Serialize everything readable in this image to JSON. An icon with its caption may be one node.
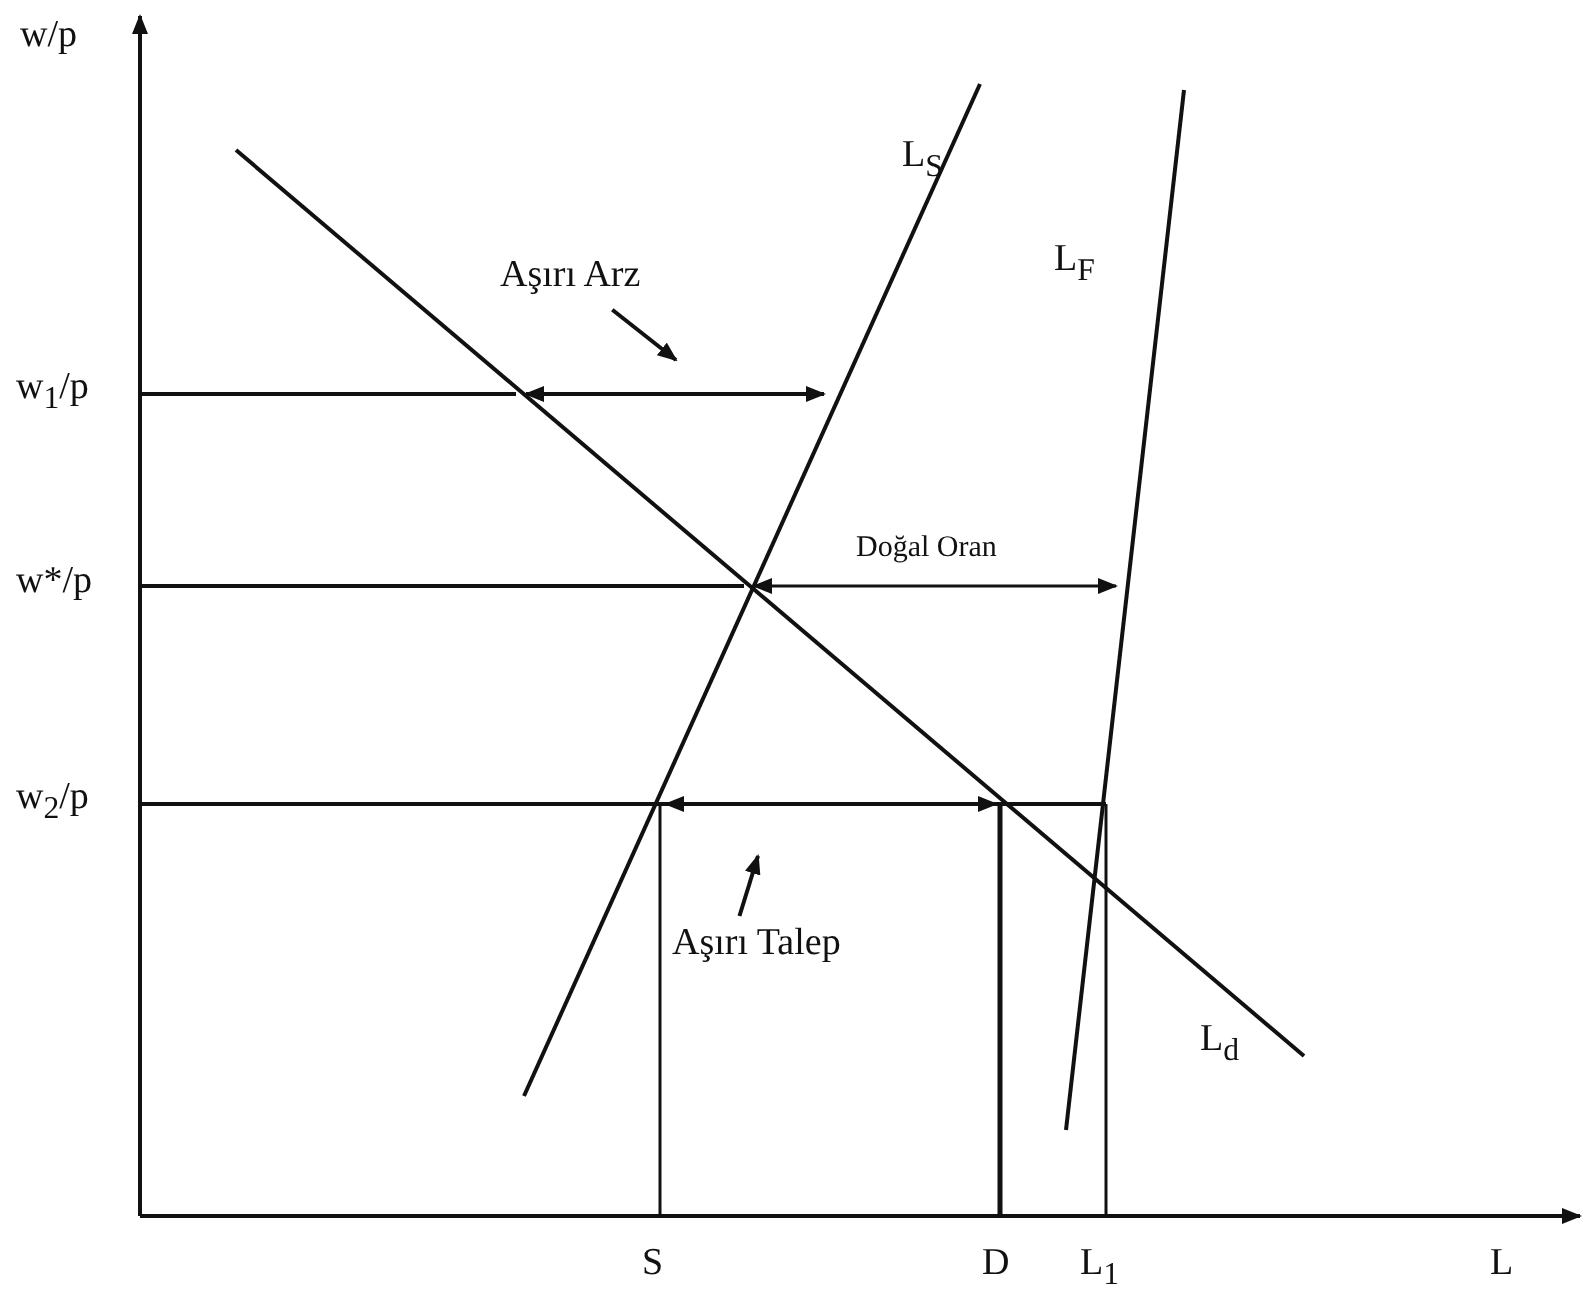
{
  "diagram": {
    "nodes": [
      {
        "text": [
          "Aşırı Arz"
        ]
      },
      {
        "text": [
          "Aşırı Talep"
        ]
      }
    ],
    "edges": [
      {
        "from": 0,
        "to": null,
        "arrow": "to"
      },
      {
        "from": 1,
        "to": null,
        "arrow": "to"
      }
    ],
    "labels": [
      "w/p",
      "L$_{S}$",
      "L$_{F}$",
      "w$_{1}$/p",
      "w*/p",
      "Doğal Oran",
      "w$_{2}$/p",
      "L$_{d}$",
      "S",
      "D",
      "L$_{1}$",
      "L"
    ]
  }
}
